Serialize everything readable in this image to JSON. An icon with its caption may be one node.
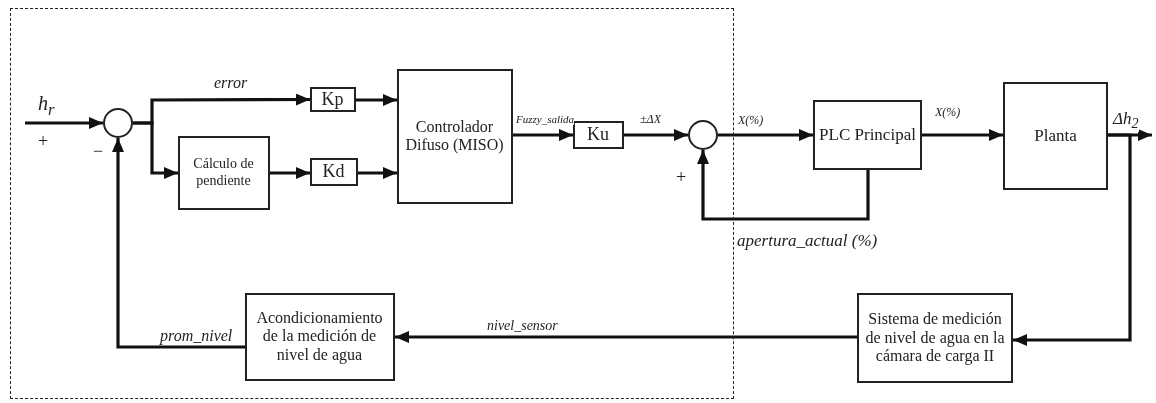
{
  "diagram": {
    "nodes": [
      {
        "text": [],
        "shape": "box"
      },
      {
        "text": [],
        "shape": "circle",
        "in": 0
      },
      {
        "text": [
          "Kp"
        ],
        "in": 0
      },
      {
        "text": [
          "Cálculo de pendiente"
        ],
        "in": 0
      },
      {
        "text": [
          "Kd"
        ],
        "in": 0
      },
      {
        "text": [
          "Controlador Difuso (MISO)"
        ],
        "in": 0
      },
      {
        "text": [
          "Ku"
        ],
        "in": 0
      },
      {
        "text": [],
        "shape": "circle",
        "in": 0
      },
      {
        "text": [
          "PLC Principal"
        ]
      },
      {
        "text": [
          "Planta"
        ]
      },
      {
        "text": [
          "Sistema de medición de nivel de agua en la cámara de carga II"
        ]
      },
      {
        "text": [
          "Acondicionamiento de la medición de nivel de agua"
        ],
        "in": 0
      }
    ],
    "edges": [
      {
        "from": null,
        "to": 1,
        "arrow": "to",
        "label": "h$_{r}$"
      },
      {
        "from": 1,
        "to": 2,
        "arrow": "to",
        "label": "error"
      },
      {
        "from": 1,
        "to": 3,
        "arrow": "to"
      },
      {
        "from": 3,
        "to": 4,
        "arrow": "to"
      },
      {
        "from": 2,
        "to": 5,
        "arrow": "to"
      },
      {
        "from": 4,
        "to": 5,
        "arrow": "to"
      },
      {
        "from": 5,
        "to": 6,
        "arrow": "to",
        "label": "Fuzzy_salida"
      },
      {
        "from": 6,
        "to": 7,
        "arrow": "to",
        "label": "±ΔX"
      },
      {
        "from": 7,
        "to": 8,
        "arrow": "to",
        "label": "X(%)"
      },
      {
        "from": 8,
        "to": 9,
        "arrow": "to",
        "label": "X(%)"
      },
      {
        "from": 9,
        "to": null,
        "arrow": "to",
        "label": "Δh$_{2}$"
      },
      {
        "from": 9,
        "to": 10,
        "arrow": "to"
      },
      {
        "from": 8,
        "to": 7,
        "arrow": "to",
        "label": "apertura_actual (%)"
      },
      {
        "from": 10,
        "to": 11,
        "arrow": "to",
        "label": "nivel_sensor"
      },
      {
        "from": 11,
        "to": 1,
        "arrow": "to",
        "label": "prom_nivel"
      }
    ],
    "labels": [
      "+",
      "−",
      "+"
    ]
  }
}
